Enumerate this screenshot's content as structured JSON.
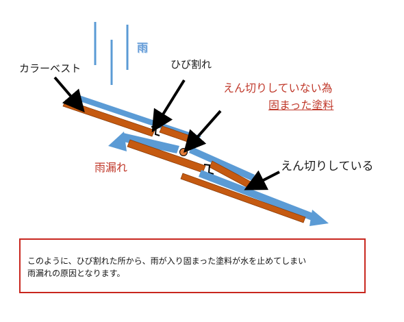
{
  "labels": {
    "rain": "雨",
    "colorbest": "カラーベスト",
    "crack": "ひび割れ",
    "no_cut_line1": "えん切りしていない為",
    "no_cut_line2": "固まった塗料",
    "cut_done": "えん切りしている",
    "leak": "雨漏れ"
  },
  "caption": "このように、ひび割れた所から、雨が入り固まった塗料が水を止めてしまい\n雨漏れの原因となります。",
  "colors": {
    "water": "#5b9bd5",
    "slate": "#c55a11",
    "slate_edge": "#8a3c08",
    "red_text": "#c0392b",
    "caption_border": "#c8261e"
  }
}
